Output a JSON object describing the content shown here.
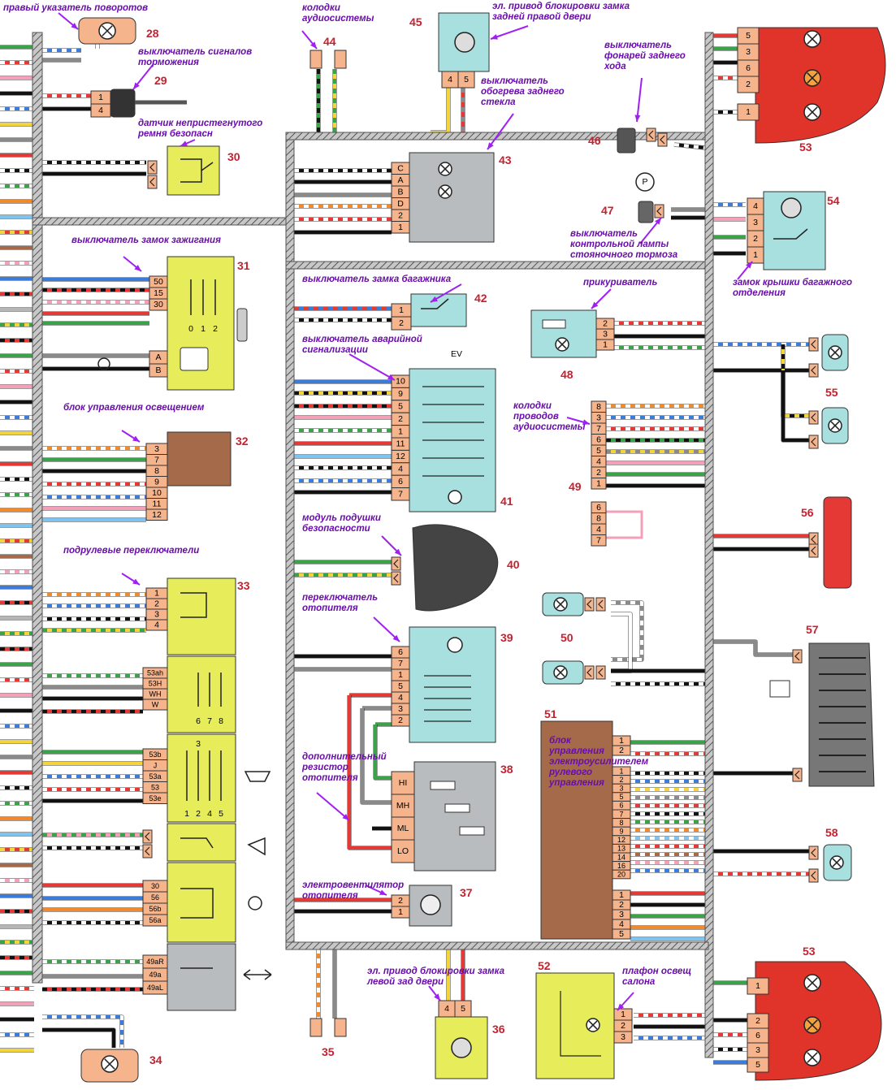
{
  "components": [
    {
      "num": "28",
      "label": "правый указатель поворотов"
    },
    {
      "num": "29",
      "label": "выключатель сигналов торможения"
    },
    {
      "num": "30",
      "label": "датчик непристегнутого ремня безопасн"
    },
    {
      "num": "31",
      "label": "выключатель замок зажигания"
    },
    {
      "num": "32",
      "label": "блок управления освещением"
    },
    {
      "num": "33",
      "label": "подрулевые переключатели"
    },
    {
      "num": "34",
      "label": ""
    },
    {
      "num": "35",
      "label": ""
    },
    {
      "num": "36",
      "label": "эл. привод блокировки замка левой зад двери"
    },
    {
      "num": "37",
      "label": "электровентилятор отопителя"
    },
    {
      "num": "38",
      "label": "дополнительный резистор отопителя"
    },
    {
      "num": "39",
      "label": "переключатель отопителя"
    },
    {
      "num": "40",
      "label": "модуль подушки безопасности"
    },
    {
      "num": "41",
      "label": "выключатель аварийной сигнализации"
    },
    {
      "num": "42",
      "label": "выключатель замка багажника"
    },
    {
      "num": "43",
      "label": "выключатель обогрева заднего стекла"
    },
    {
      "num": "44",
      "label": "колодки аудиосистемы"
    },
    {
      "num": "45",
      "label": "эл. привод блокировки замка задней правой двери"
    },
    {
      "num": "46",
      "label": "выключатель фонарей заднего хода"
    },
    {
      "num": "47",
      "label": "выключатель контрольной лампы стояночного тормоза"
    },
    {
      "num": "48",
      "label": "прикуриватель"
    },
    {
      "num": "49",
      "label": "колодки проводов аудиосистемы"
    },
    {
      "num": "50",
      "label": ""
    },
    {
      "num": "51",
      "label": "блок управления электроусилителем рулевого управления"
    },
    {
      "num": "52",
      "label": "плафон освещ салона"
    },
    {
      "num": "53",
      "label": ""
    },
    {
      "num": "54",
      "label": "замок крышки багажного отделения"
    },
    {
      "num": "55",
      "label": ""
    },
    {
      "num": "56",
      "label": ""
    },
    {
      "num": "57",
      "label": ""
    },
    {
      "num": "58",
      "label": ""
    }
  ],
  "pins": {
    "c29": [
      "1",
      "4"
    ],
    "c31a": [
      "50",
      "15",
      "30"
    ],
    "c31b": [
      "A",
      "B"
    ],
    "c31pos": [
      "0",
      "1",
      "2"
    ],
    "c32": [
      "3",
      "7",
      "8",
      "9",
      "10",
      "11",
      "12"
    ],
    "c33a": [
      "1",
      "2",
      "3",
      "4"
    ],
    "c33b": [
      "53ah",
      "53H",
      "WH",
      "W"
    ],
    "c33bpos": [
      "6",
      "7",
      "8"
    ],
    "c33c": [
      "53b",
      "J",
      "53a",
      "53",
      "53e"
    ],
    "c33cpos": [
      "1",
      "2",
      "4",
      "5"
    ],
    "c33ctop": "3",
    "c33e": [
      "30",
      "56",
      "56b",
      "56a"
    ],
    "c33f": [
      "49aR",
      "49a",
      "49aL"
    ],
    "c36": [
      "4",
      "5"
    ],
    "c37": [
      "2",
      "1"
    ],
    "c38": [
      "HI",
      "MH",
      "ML",
      "LO"
    ],
    "c39": [
      "6",
      "7",
      "1",
      "5",
      "4",
      "3",
      "2"
    ],
    "c41": [
      "10",
      "9",
      "5",
      "2",
      "1",
      "11",
      "12",
      "4",
      "6",
      "7"
    ],
    "c42": [
      "1",
      "2"
    ],
    "c43": [
      "C",
      "A",
      "B",
      "D",
      "2",
      "1"
    ],
    "c45": [
      "4",
      "5"
    ],
    "c48": [
      "2",
      "3",
      "1"
    ],
    "c49a": [
      "8",
      "3",
      "7",
      "6",
      "5",
      "4",
      "2",
      "1"
    ],
    "c49b": [
      "6",
      "8",
      "4",
      "7"
    ],
    "c51a": [
      "1",
      "2"
    ],
    "c51b": [
      "1",
      "2",
      "3",
      "5",
      "6",
      "7",
      "8",
      "9",
      "12",
      "13",
      "14",
      "16",
      "20"
    ],
    "c51c": [
      "1",
      "2",
      "3",
      "4",
      "5"
    ],
    "c52": [
      "1",
      "2",
      "3"
    ],
    "c53t": [
      "5",
      "3",
      "6",
      "2",
      "1"
    ],
    "c53b": [
      "1",
      "2",
      "6",
      "3",
      "5"
    ],
    "c54": [
      "4",
      "3",
      "2",
      "1"
    ]
  },
  "symbols": {
    "parking": "P",
    "hazard_text": "EV"
  },
  "colors": {
    "component_number": "#c8202e",
    "label_text": "#6a0dad",
    "pin_fill": "#f5b48c",
    "block_yellow": "#e6ec5a",
    "block_cyan": "#a8e0e0",
    "block_gray": "#b8bcbe",
    "block_brown": "#a56a4a",
    "lamp_red": "#e0332a",
    "harness": "#8a8a8a"
  }
}
